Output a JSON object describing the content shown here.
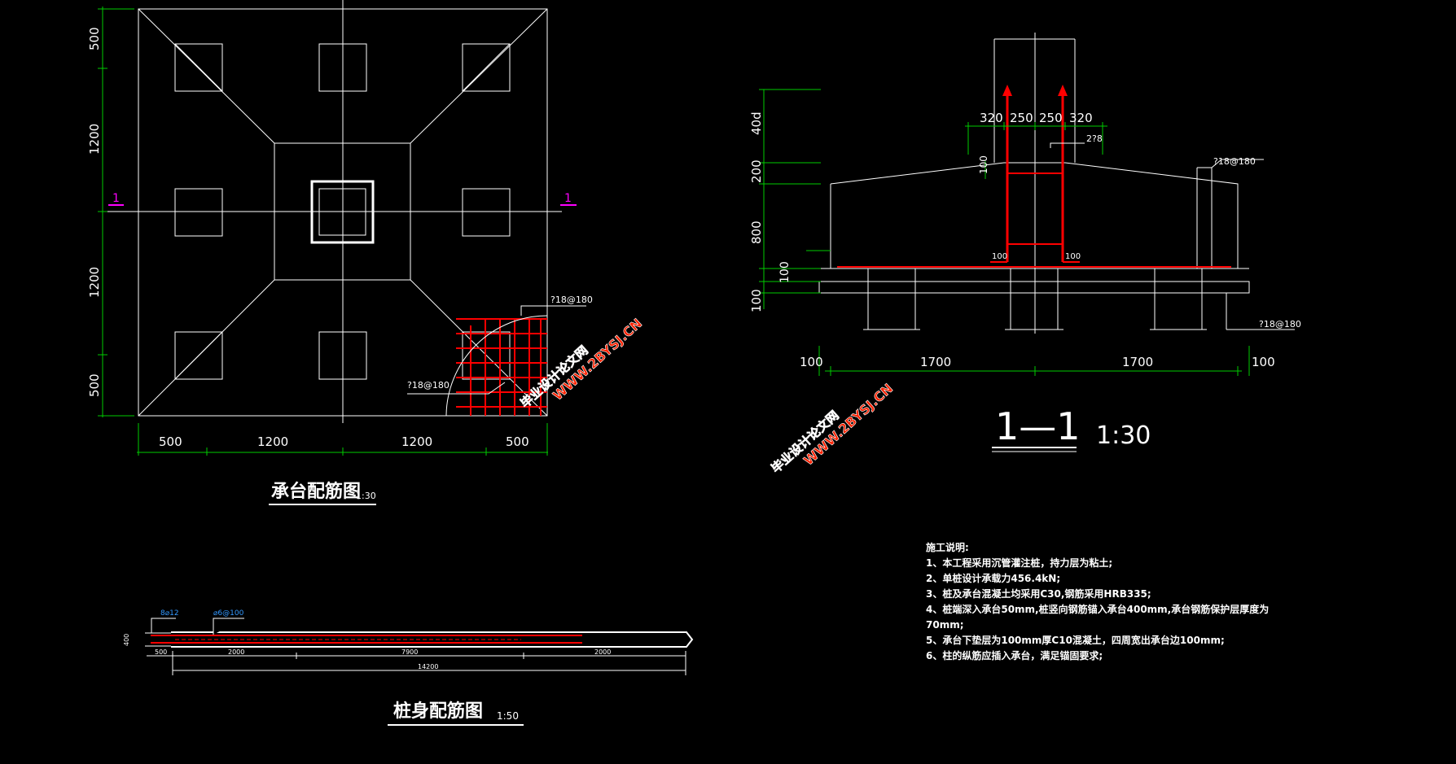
{
  "plan": {
    "title": "承台配筋图",
    "scale": "1:30",
    "section_mark": "1",
    "rebar_label": "?18@180",
    "dims_bottom": [
      "500",
      "1200",
      "1200",
      "500"
    ],
    "dims_left": [
      "500",
      "1200",
      "1200",
      "500"
    ]
  },
  "section": {
    "title": "1—1",
    "scale": "1:30",
    "dims_top": [
      "320",
      "250",
      "250",
      "320"
    ],
    "dims_left": [
      "40d",
      "200",
      "800",
      "100",
      "100"
    ],
    "dim_100_small": "100",
    "bar_label_2": "2?8",
    "bar_label_side": "?18@180",
    "bar_label_bottom": "?18@180",
    "anchor_left": "100",
    "anchor_right": "100",
    "dims_bottom": [
      "100",
      "1700",
      "1700",
      "100"
    ]
  },
  "pile": {
    "title": "桩身配筋图",
    "scale": "1:50",
    "label_a": "8⌀12",
    "label_b": "⌀6@100",
    "label_w": "400",
    "dims_top": [
      "500",
      "2000",
      "7900",
      "2000"
    ],
    "total": "14200"
  },
  "watermark": {
    "line1": "毕业设计论文网",
    "line2": "WWW.2BYSJ.CN"
  },
  "notes": {
    "heading": "施工说明:",
    "items": [
      "1、本工程采用沉管灌注桩，持力层为粘土;",
      "2、单桩设计承载力456.4kN;",
      "3、桩及承台混凝土均采用C30,钢筋采用HRB335;",
      "4、桩端深入承台50mm,桩竖向钢筋锚入承台400mm,承台钢筋保护层厚度为",
      "70mm;",
      "5、承台下垫层为100mm厚C10混凝土，四周宽出承台边100mm;",
      "6、柱的纵筋应插入承台，满足锚固要求;"
    ]
  },
  "colors": {
    "line": "#ffffff",
    "dimension": "#00cc00",
    "rebar": "#ff0000",
    "section_mark": "#ff00ff",
    "watermark": "#ff2200"
  }
}
